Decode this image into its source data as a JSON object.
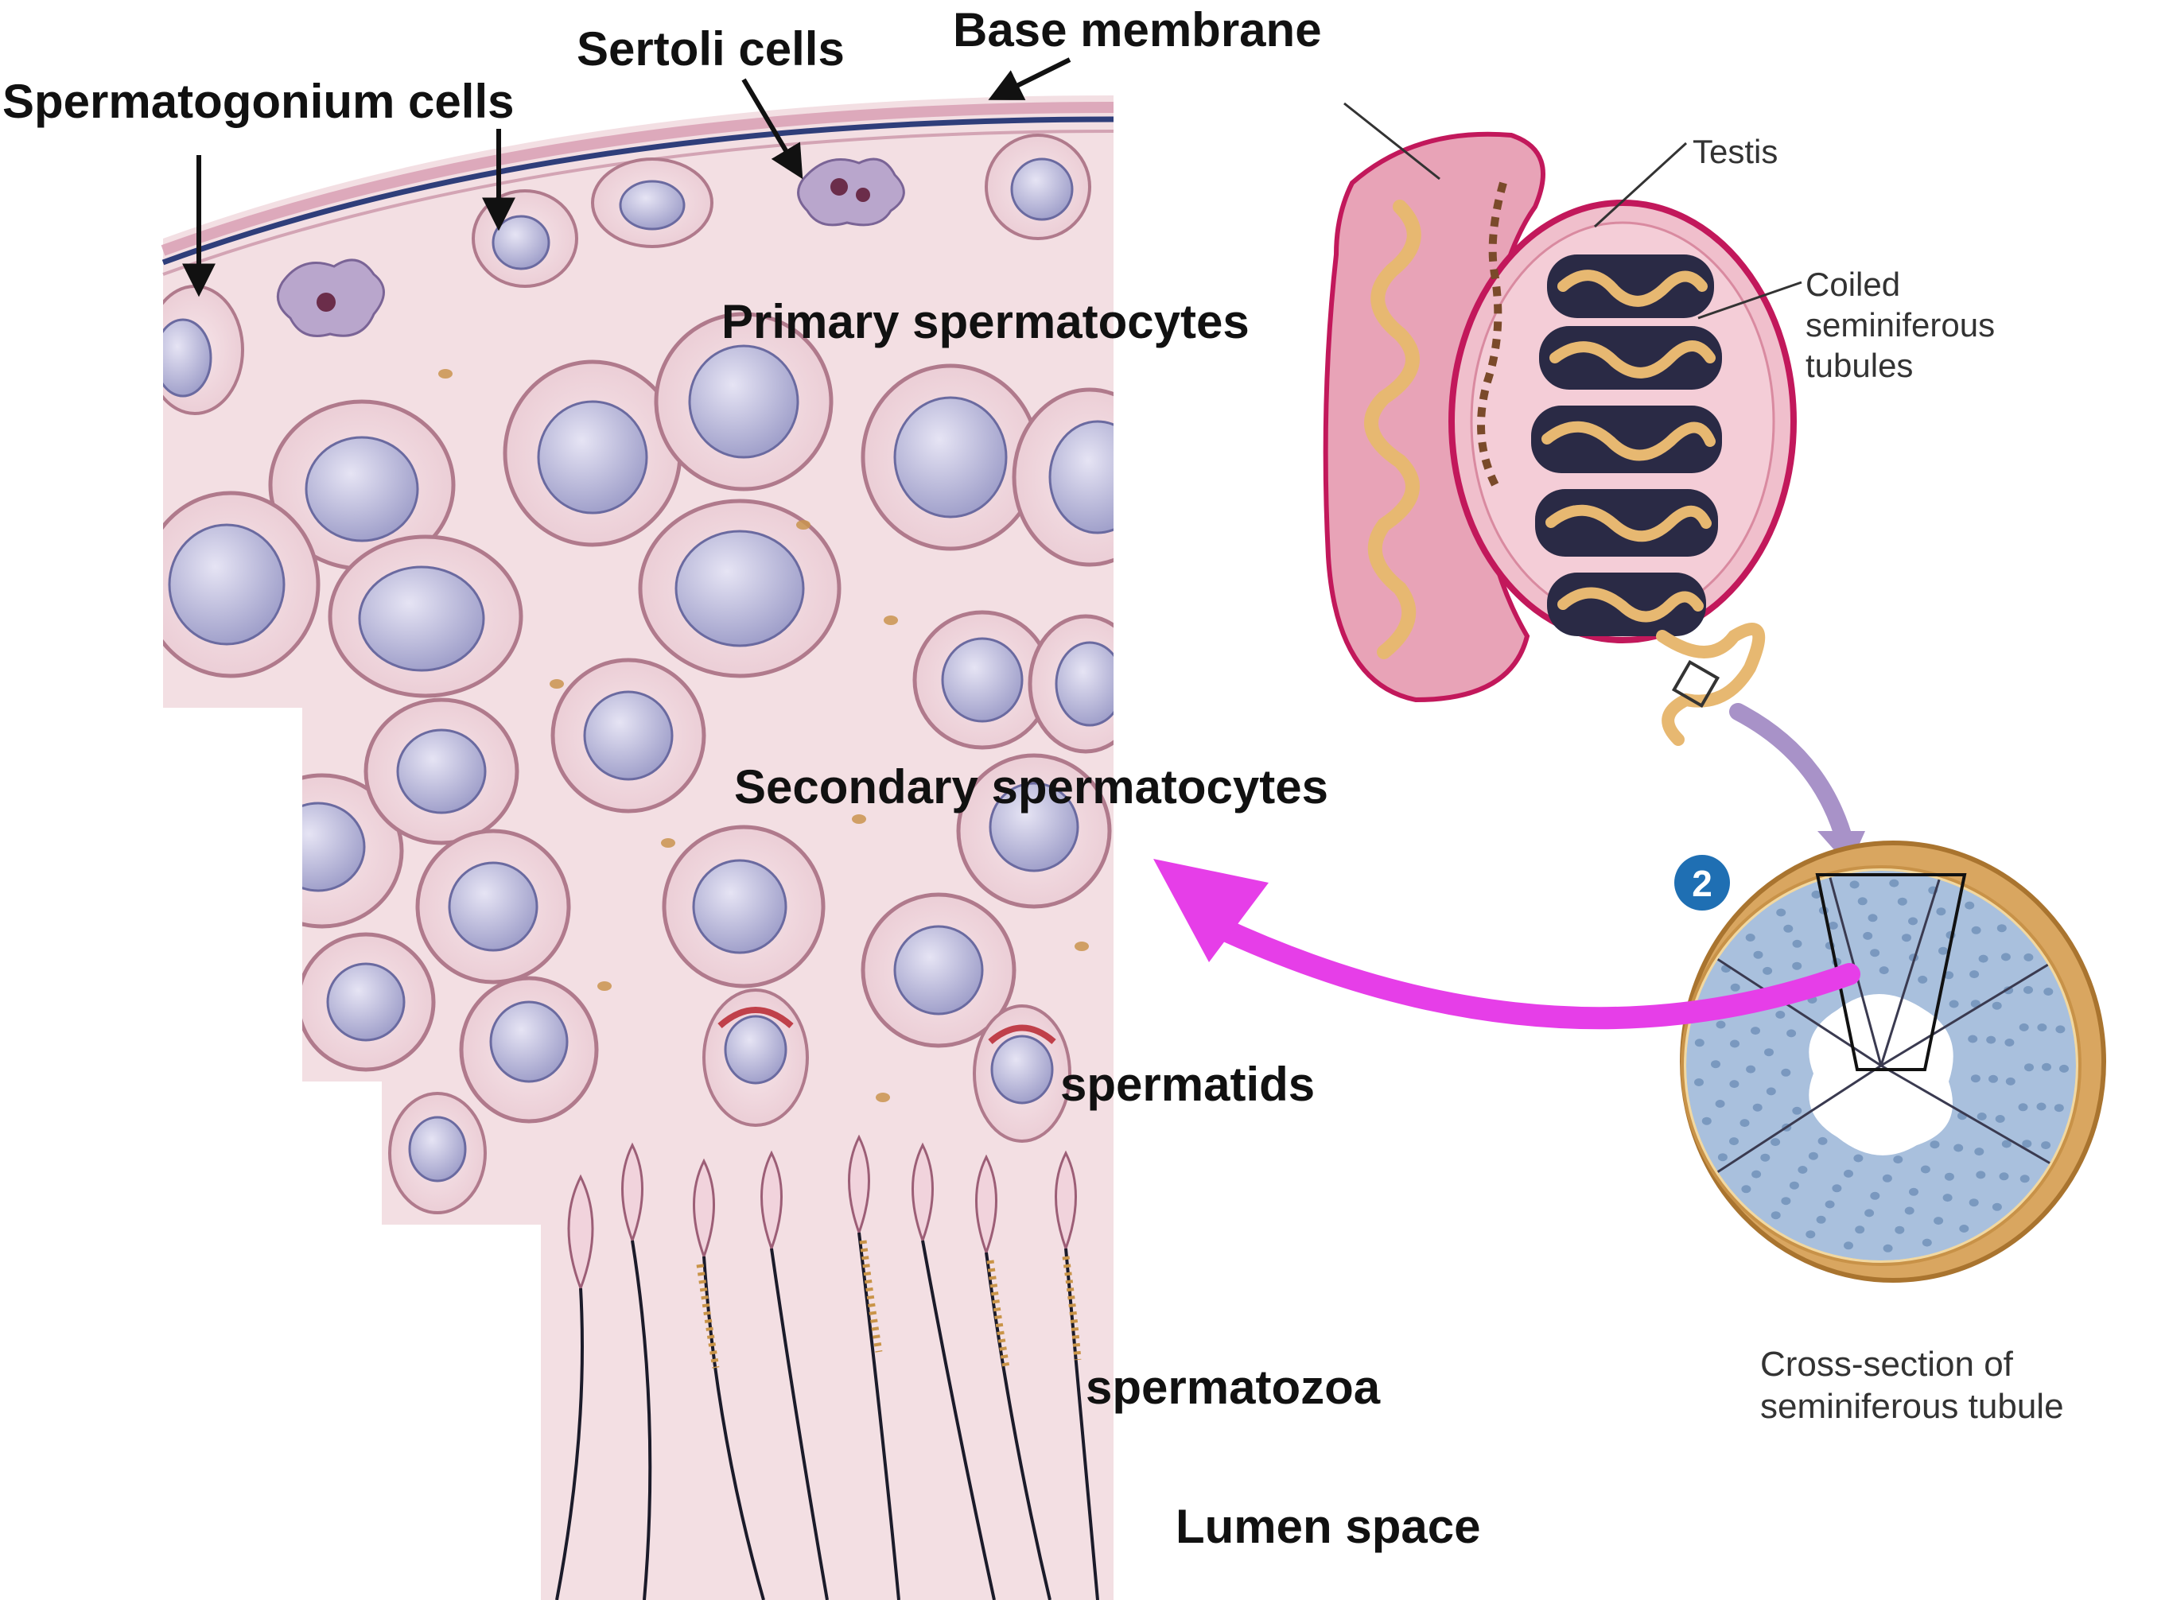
{
  "colors": {
    "tissue": "#f3dfe3",
    "cell_nucleus": "#a8a8cf",
    "cell_membrane": "#b07a8c",
    "testis_pink": "#e8a3b7",
    "tubule_gold": "#e7b871",
    "cross_section_blue": "#a9c0dd",
    "callout_arrow": "#e63ee8",
    "process_arrow": "#a892c8",
    "badge_blue": "#1f6fb3"
  },
  "labels": {
    "spermatogonium": "Spermatogonium cells",
    "sertoli": "Sertoli cells",
    "base_membrane": "Base membrane",
    "primary_spermatocytes": "Primary spermatocytes",
    "secondary_spermatocytes": "Secondary spermatocytes",
    "spermatids": "spermatids",
    "spermatozoa": "spermatozoa",
    "lumen": "Lumen space"
  },
  "testis_diagram": {
    "testis_label": "Testis",
    "coiled_line1": "Coiled",
    "coiled_line2": "seminiferous",
    "coiled_line3": "tubules",
    "badge_number": "2",
    "cross_section_line1": "Cross-section of",
    "cross_section_line2": "seminiferous tubule"
  }
}
